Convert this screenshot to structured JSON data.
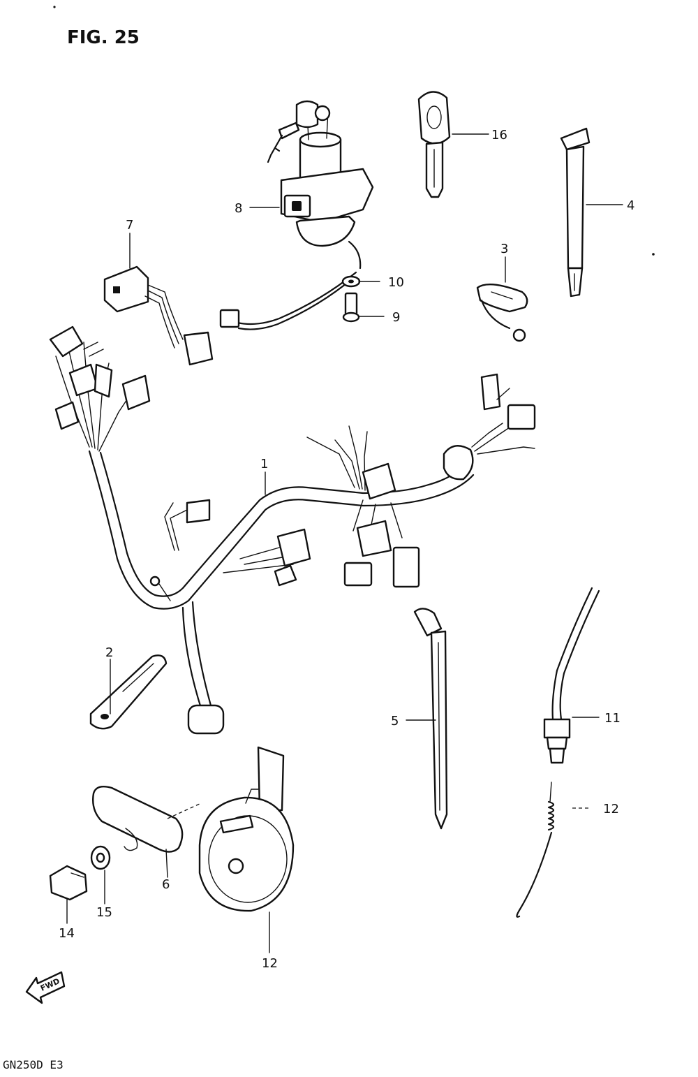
{
  "figure": {
    "title": "FIG. 25",
    "model_code": "GN250D E3",
    "fwd_mark": "FWD"
  },
  "callouts": [
    {
      "id": "c16",
      "label": "16"
    },
    {
      "id": "c4",
      "label": "4"
    },
    {
      "id": "c8",
      "label": "8"
    },
    {
      "id": "c7",
      "label": "7"
    },
    {
      "id": "c3",
      "label": "3"
    },
    {
      "id": "c10",
      "label": "10"
    },
    {
      "id": "c9",
      "label": "9"
    },
    {
      "id": "c1",
      "label": "1"
    },
    {
      "id": "c2",
      "label": "2"
    },
    {
      "id": "c5",
      "label": "5"
    },
    {
      "id": "c11",
      "label": "11"
    },
    {
      "id": "c12a",
      "label": "12"
    },
    {
      "id": "c6",
      "label": "6"
    },
    {
      "id": "c15",
      "label": "15"
    },
    {
      "id": "c14",
      "label": "14"
    },
    {
      "id": "c12b",
      "label": "12"
    }
  ]
}
